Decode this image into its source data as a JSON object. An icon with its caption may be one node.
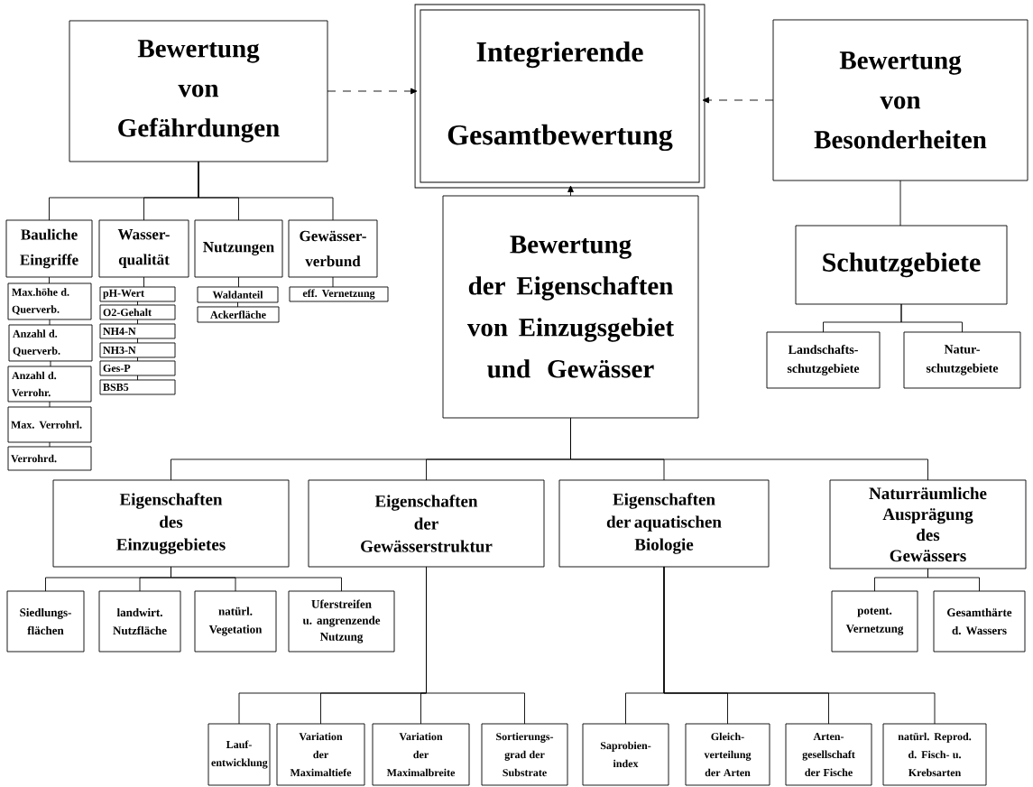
{
  "diagram": {
    "nodes": [
      {
        "text": [
          "Bewertung von Gefährdungen"
        ]
      },
      {
        "text": [
          "Integrierende Gesamtbewertung"
        ]
      },
      {
        "text": [
          "Bewertung von Besonderheiten"
        ]
      },
      {
        "text": [
          "Bauliche Eingriffe"
        ]
      },
      {
        "text": [
          "Wasser- qualität"
        ]
      },
      {
        "text": [
          "Nutzungen"
        ]
      },
      {
        "text": [
          "Gewässer- verbund"
        ]
      },
      {
        "text": [
          "Max.höhe d. Querverb."
        ]
      },
      {
        "text": [
          "Anzahl d. Querverb."
        ]
      },
      {
        "text": [
          "Anzahl d. Verrohr."
        ]
      },
      {
        "text": [
          "Max. Verrohrl."
        ]
      },
      {
        "text": [
          "Verrohrd."
        ]
      },
      {
        "text": [
          "pH-Wert"
        ]
      },
      {
        "text": [
          "O2-Gehalt"
        ]
      },
      {
        "text": [
          "NH4-N"
        ]
      },
      {
        "text": [
          "NH3-N"
        ]
      },
      {
        "text": [
          "Ges-P"
        ]
      },
      {
        "text": [
          "BSB5"
        ]
      },
      {
        "text": [
          "Waldanteil"
        ]
      },
      {
        "text": [
          "Ackerfläche"
        ]
      },
      {
        "text": [
          "eff. Vernetzung"
        ]
      },
      {
        "text": [
          "Bewertung der Eigenschaften von Einzugsgebiet und Gewässer"
        ]
      },
      {
        "text": [
          "Schutzgebiete"
        ]
      },
      {
        "text": [
          "Landschafts- schutzgebiete"
        ]
      },
      {
        "text": [
          "Natur- schutzgebiete"
        ]
      },
      {
        "text": [
          "Eigenschaften des Einzuggebietes"
        ]
      },
      {
        "text": [
          "Eigenschaften der Gewässerstruktur"
        ]
      },
      {
        "text": [
          "Eigenschaften der aquatischen Biologie"
        ]
      },
      {
        "text": [
          "Naturräumliche Ausprägung des Gewässers"
        ]
      },
      {
        "text": [
          "Siedlungs- flächen"
        ]
      },
      {
        "text": [
          "landwirt. Nutzfläche"
        ]
      },
      {
        "text": [
          "natürl. Vegetation"
        ]
      },
      {
        "text": [
          "Uferstreifen u. angrenzende Nutzung"
        ]
      },
      {
        "text": [
          "potent. Vernetzung"
        ]
      },
      {
        "text": [
          "Gesamthärte d. Wassers"
        ]
      },
      {
        "text": [
          "Lauf- entwicklung"
        ]
      },
      {
        "text": [
          "Variation der Maximaltiefe"
        ]
      },
      {
        "text": [
          "Variation der Maximalbreite"
        ]
      },
      {
        "text": [
          "Sortierungs- grad der Substrate"
        ]
      },
      {
        "text": [
          "Saprobien- index"
        ]
      },
      {
        "text": [
          "Gleich- verteilung der Arten"
        ]
      },
      {
        "text": [
          "Arten- gesellschaft der Fische"
        ]
      },
      {
        "text": [
          "natürl. Reprod. d. Fisch- u. Krebsarten"
        ]
      }
    ],
    "edges": [
      {
        "from": 0,
        "to": 1,
        "arrow": "to",
        "style": "dashed"
      },
      {
        "from": 2,
        "to": 1,
        "arrow": "to",
        "style": "dashed"
      },
      {
        "from": 21,
        "to": 1,
        "arrow": "to",
        "style": "dashed"
      },
      {
        "from": 0,
        "to": 3,
        "arrow": "none"
      },
      {
        "from": 0,
        "to": 4,
        "arrow": "none"
      },
      {
        "from": 0,
        "to": 5,
        "arrow": "none"
      },
      {
        "from": 0,
        "to": 6,
        "arrow": "none"
      },
      {
        "from": 3,
        "to": 7,
        "arrow": "none"
      },
      {
        "from": 7,
        "to": 8,
        "arrow": "none"
      },
      {
        "from": 8,
        "to": 9,
        "arrow": "none"
      },
      {
        "from": 9,
        "to": 10,
        "arrow": "none"
      },
      {
        "from": 10,
        "to": 11,
        "arrow": "none"
      },
      {
        "from": 4,
        "to": 12,
        "arrow": "none"
      },
      {
        "from": 12,
        "to": 13,
        "arrow": "none"
      },
      {
        "from": 13,
        "to": 14,
        "arrow": "none"
      },
      {
        "from": 14,
        "to": 15,
        "arrow": "none"
      },
      {
        "from": 15,
        "to": 16,
        "arrow": "none"
      },
      {
        "from": 16,
        "to": 17,
        "arrow": "none"
      },
      {
        "from": 5,
        "to": 18,
        "arrow": "none"
      },
      {
        "from": 18,
        "to": 19,
        "arrow": "none"
      },
      {
        "from": 6,
        "to": 20,
        "arrow": "none"
      },
      {
        "from": 2,
        "to": 22,
        "arrow": "none"
      },
      {
        "from": 22,
        "to": 23,
        "arrow": "none"
      },
      {
        "from": 22,
        "to": 24,
        "arrow": "none"
      },
      {
        "from": 21,
        "to": 25,
        "arrow": "none"
      },
      {
        "from": 21,
        "to": 26,
        "arrow": "none"
      },
      {
        "from": 21,
        "to": 27,
        "arrow": "none"
      },
      {
        "from": 21,
        "to": 28,
        "arrow": "none"
      },
      {
        "from": 25,
        "to": 29,
        "arrow": "none"
      },
      {
        "from": 25,
        "to": 30,
        "arrow": "none"
      },
      {
        "from": 25,
        "to": 31,
        "arrow": "none"
      },
      {
        "from": 25,
        "to": 32,
        "arrow": "none"
      },
      {
        "from": 28,
        "to": 33,
        "arrow": "none"
      },
      {
        "from": 28,
        "to": 34,
        "arrow": "none"
      },
      {
        "from": 26,
        "to": 35,
        "arrow": "none"
      },
      {
        "from": 26,
        "to": 36,
        "arrow": "none"
      },
      {
        "from": 26,
        "to": 37,
        "arrow": "none"
      },
      {
        "from": 26,
        "to": 38,
        "arrow": "none"
      },
      {
        "from": 27,
        "to": 39,
        "arrow": "none"
      },
      {
        "from": 27,
        "to": 40,
        "arrow": "none"
      },
      {
        "from": 27,
        "to": 41,
        "arrow": "none"
      },
      {
        "from": 27,
        "to": 42,
        "arrow": "none"
      }
    ]
  }
}
